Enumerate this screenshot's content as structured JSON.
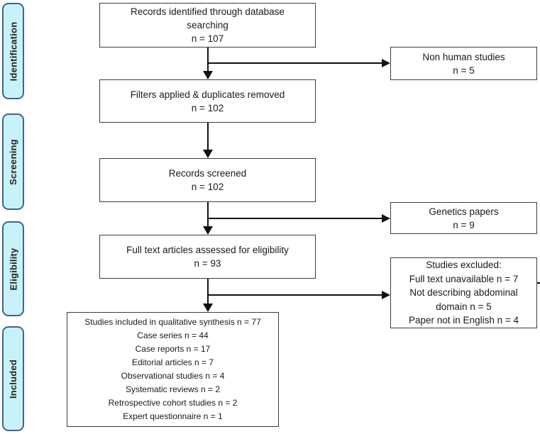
{
  "colors": {
    "sidebar-fill": "#c7f3f8",
    "sidebar-border": "#45618c",
    "box-border": "#3c3c3c",
    "arrow": "#111111",
    "text": "#1a1a1a",
    "bg": "#ffffff"
  },
  "sidebar": {
    "items": [
      {
        "label": "Identification"
      },
      {
        "label": "Screening"
      },
      {
        "label": "Eligibility"
      },
      {
        "label": "Included"
      }
    ]
  },
  "main": {
    "identified": {
      "lines": [
        "Records identified through database",
        "searching",
        "n = 107"
      ]
    },
    "filters": {
      "lines": [
        "Filters applied & duplicates removed",
        "n = 102"
      ]
    },
    "screened": {
      "lines": [
        "Records screened",
        "n = 102"
      ]
    },
    "fulltext": {
      "lines": [
        "Full text articles assessed for eligibility",
        "n = 93"
      ]
    },
    "included": {
      "lines": [
        "Studies included in qualitative synthesis n = 77",
        "Case series n = 44",
        "Case reports n = 17",
        "Editorial articles n = 7",
        "Observational studies n = 4",
        "Systematic reviews n = 2",
        "Retrospective cohort studies n = 2",
        "Expert questionnaire n = 1"
      ]
    }
  },
  "exclusions": {
    "non_human": {
      "lines": [
        "Non human studies",
        "n = 5"
      ]
    },
    "genetics": {
      "lines": [
        "Genetics papers",
        "n = 9"
      ]
    },
    "excluded": {
      "lines": [
        "Studies excluded:",
        "Full text unavailable n = 7",
        "Not describing abdominal",
        "domain n = 5",
        "Paper not in English n = 4"
      ]
    }
  }
}
